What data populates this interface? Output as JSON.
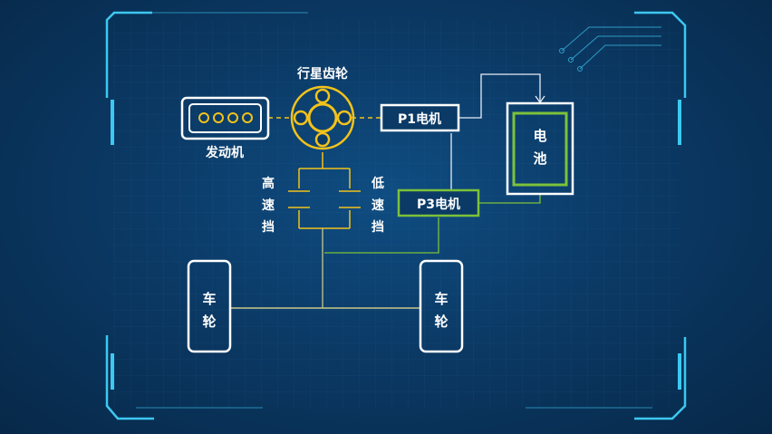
{
  "labels": {
    "planetary_gear": "行星齿轮",
    "engine": "发动机",
    "p1_motor": "P1电机",
    "p3_motor": "P3电机",
    "battery_line1": "电",
    "battery_line2": "池",
    "high_gear": [
      "高",
      "速",
      "挡"
    ],
    "low_gear": [
      "低",
      "速",
      "挡"
    ],
    "wheel_left": [
      "车",
      "轮"
    ],
    "wheel_right": [
      "车",
      "轮"
    ]
  },
  "colors": {
    "frame": "#3cc8f0",
    "line_white": "#e8eef5",
    "gold": "#f2c21b",
    "green": "#7cc23a",
    "line_olive": "#c9c98a"
  }
}
